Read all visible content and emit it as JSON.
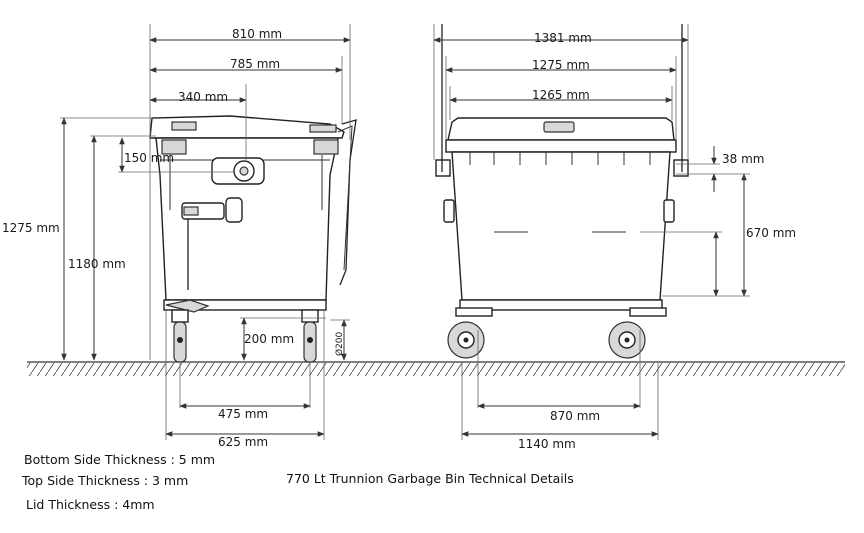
{
  "side_view": {
    "width_810": "810 mm",
    "width_785": "785 mm",
    "width_340": "340 mm",
    "height_150": "150 mm",
    "height_1275": "1275 mm",
    "height_1180": "1180 mm",
    "height_200": "200 mm",
    "wheel_diameter": "Ø200",
    "base_475": "475 mm",
    "base_625": "625 mm"
  },
  "front_view": {
    "width_1381": "1381 mm",
    "width_1275": "1275 mm",
    "width_1265": "1265 mm",
    "height_38": "38 mm",
    "height_670": "670 mm",
    "base_870": "870  mm",
    "base_1140": "1140 mm"
  },
  "notes": {
    "bottom_thickness": "Bottom Side Thickness : 5 mm",
    "top_thickness": "Top Side Thickness : 3 mm",
    "lid_thickness": "Lid Thickness : 4mm"
  },
  "caption": "770 Lt Trunnion Garbage Bin Technical Details"
}
